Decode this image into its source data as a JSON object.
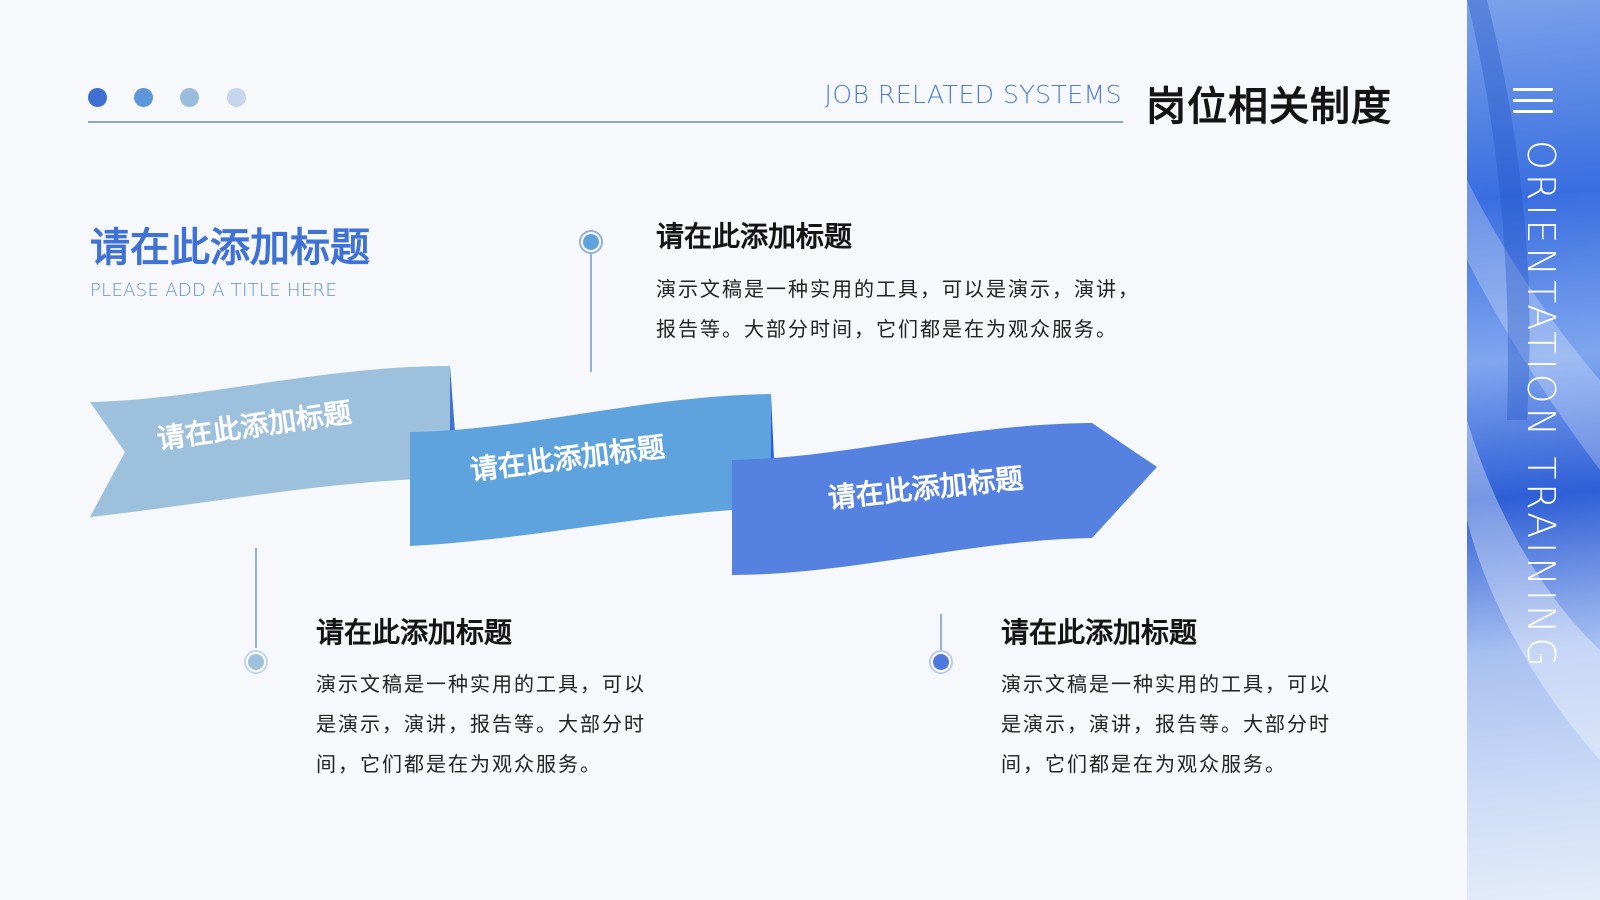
{
  "header": {
    "subtitle_en": "JOB RELATED SYSTEMS",
    "title_cn": "岗位相关制度"
  },
  "side_panel": {
    "vertical_text": "ORIENTATION TRAINING"
  },
  "main": {
    "title": "请在此添加标题",
    "subtitle": "PLEASE ADD A TITLE HERE"
  },
  "ribbons": [
    {
      "label": "请在此添加标题",
      "color": "#9dc0dd"
    },
    {
      "label": "请在此添加标题",
      "color": "#5fa3de"
    },
    {
      "label": "请在此添加标题",
      "color": "#5582e0"
    }
  ],
  "blocks": [
    {
      "title": "请在此添加标题",
      "body_lines": [
        "演示文稿是一种实用的工具，可以是演示，演讲，",
        "报告等。大部分时间，它们都是在为观众服务。"
      ]
    },
    {
      "title": "请在此添加标题",
      "body_lines": [
        "演示文稿是一种实用的工具，可以",
        "是演示，演讲，报告等。大部分时",
        "间，它们都是在为观众服务。"
      ]
    },
    {
      "title": "请在此添加标题",
      "body_lines": [
        "演示文稿是一种实用的工具，可以",
        "是演示，演讲，报告等。大部分时",
        "间，它们都是在为观众服务。"
      ]
    }
  ],
  "colors": {
    "accent": "#3f72d4",
    "dot_1": "#3f6fd0",
    "dot_2": "#5c97dc",
    "dot_3": "#9abddd",
    "dot_4": "#c6d6ef",
    "node_1": "#5fa3de",
    "node_2": "#9dc0dd",
    "node_3": "#4f78e0"
  }
}
